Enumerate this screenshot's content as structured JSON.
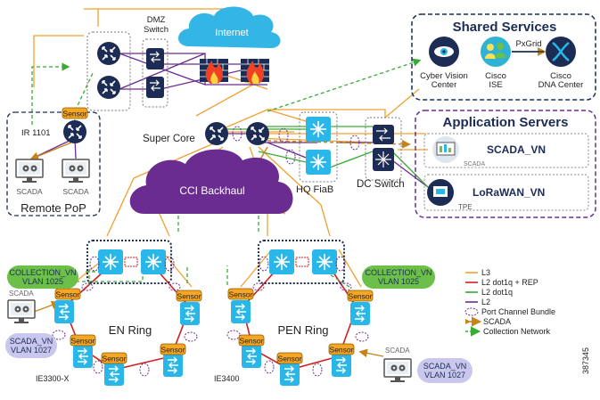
{
  "dmz_switch_label": "DMZ\nSwitch",
  "internet_label": "Internet",
  "super_core_label": "Super Core",
  "hq_fiab_label": "HQ FiaB",
  "dc_switch_label": "DC Switch",
  "cci_backhaul_label": "CCI Backhaul",
  "remote_pop": {
    "title": "Remote PoP",
    "router_label": "IR 1101",
    "sensor_label": "Sensor",
    "scada_left": "SCADA",
    "scada_right": "SCADA"
  },
  "shared_services": {
    "title": "Shared Services",
    "pxgrid": "PxGrid",
    "cyber_vision": "Cyber Vision\nCenter",
    "ise": "Cisco\nISE",
    "dna": "Cisco\nDNA Center"
  },
  "application_servers": {
    "title": "Application Servers",
    "scada_vn": "SCADA_VN",
    "scada_small": "SCADA",
    "lorawan_vn": "LoRaWAN_VN",
    "tpe": "TPE"
  },
  "en_ring": {
    "title": "EN Ring",
    "collection_badge": "COLLECTION_VN\nVLAN 1025",
    "scada_badge": "SCADA_VN\nVLAN 1027",
    "scada_label": "SCADA",
    "switch_model": "IE3300-X",
    "sensor": "Sensor"
  },
  "pen_ring": {
    "title": "PEN Ring",
    "collection_badge": "COLLECTION_VN\nVLAN 1025",
    "scada_badge": "SCADA_VN\nVLAN 1027",
    "scada_label": "SCADA",
    "switch_model": "IE3400",
    "sensor": "Sensor"
  },
  "legend": {
    "items": [
      {
        "label": "L3",
        "color": "#f0a030",
        "kind": "line"
      },
      {
        "label": "L2 dot1q + REP",
        "color": "#d02020",
        "kind": "line"
      },
      {
        "label": "L2 dot1q",
        "color": "#3aaa35",
        "kind": "line"
      },
      {
        "label": "L2",
        "color": "#6a2c91",
        "kind": "line"
      },
      {
        "label": "Port Channel Bundle",
        "color": "#6a2c91",
        "kind": "ellipse"
      },
      {
        "label": "SCADA",
        "color": "#c8831a",
        "kind": "arrow"
      },
      {
        "label": "Collection Network",
        "color": "#3aaa35",
        "kind": "dashed-arrow"
      }
    ]
  },
  "figure_id": "387345",
  "colors": {
    "cloud_blue": "#33b5e5",
    "backhaul_purple": "#6a2c91",
    "switch_blue": "#1f4e79",
    "ring_switch": "#29b6e8",
    "sensor_orange": "#f5a623",
    "navy": "#1c2c54",
    "badge_green": "#6cc04a",
    "badge_lavender": "#c9c7ee"
  }
}
